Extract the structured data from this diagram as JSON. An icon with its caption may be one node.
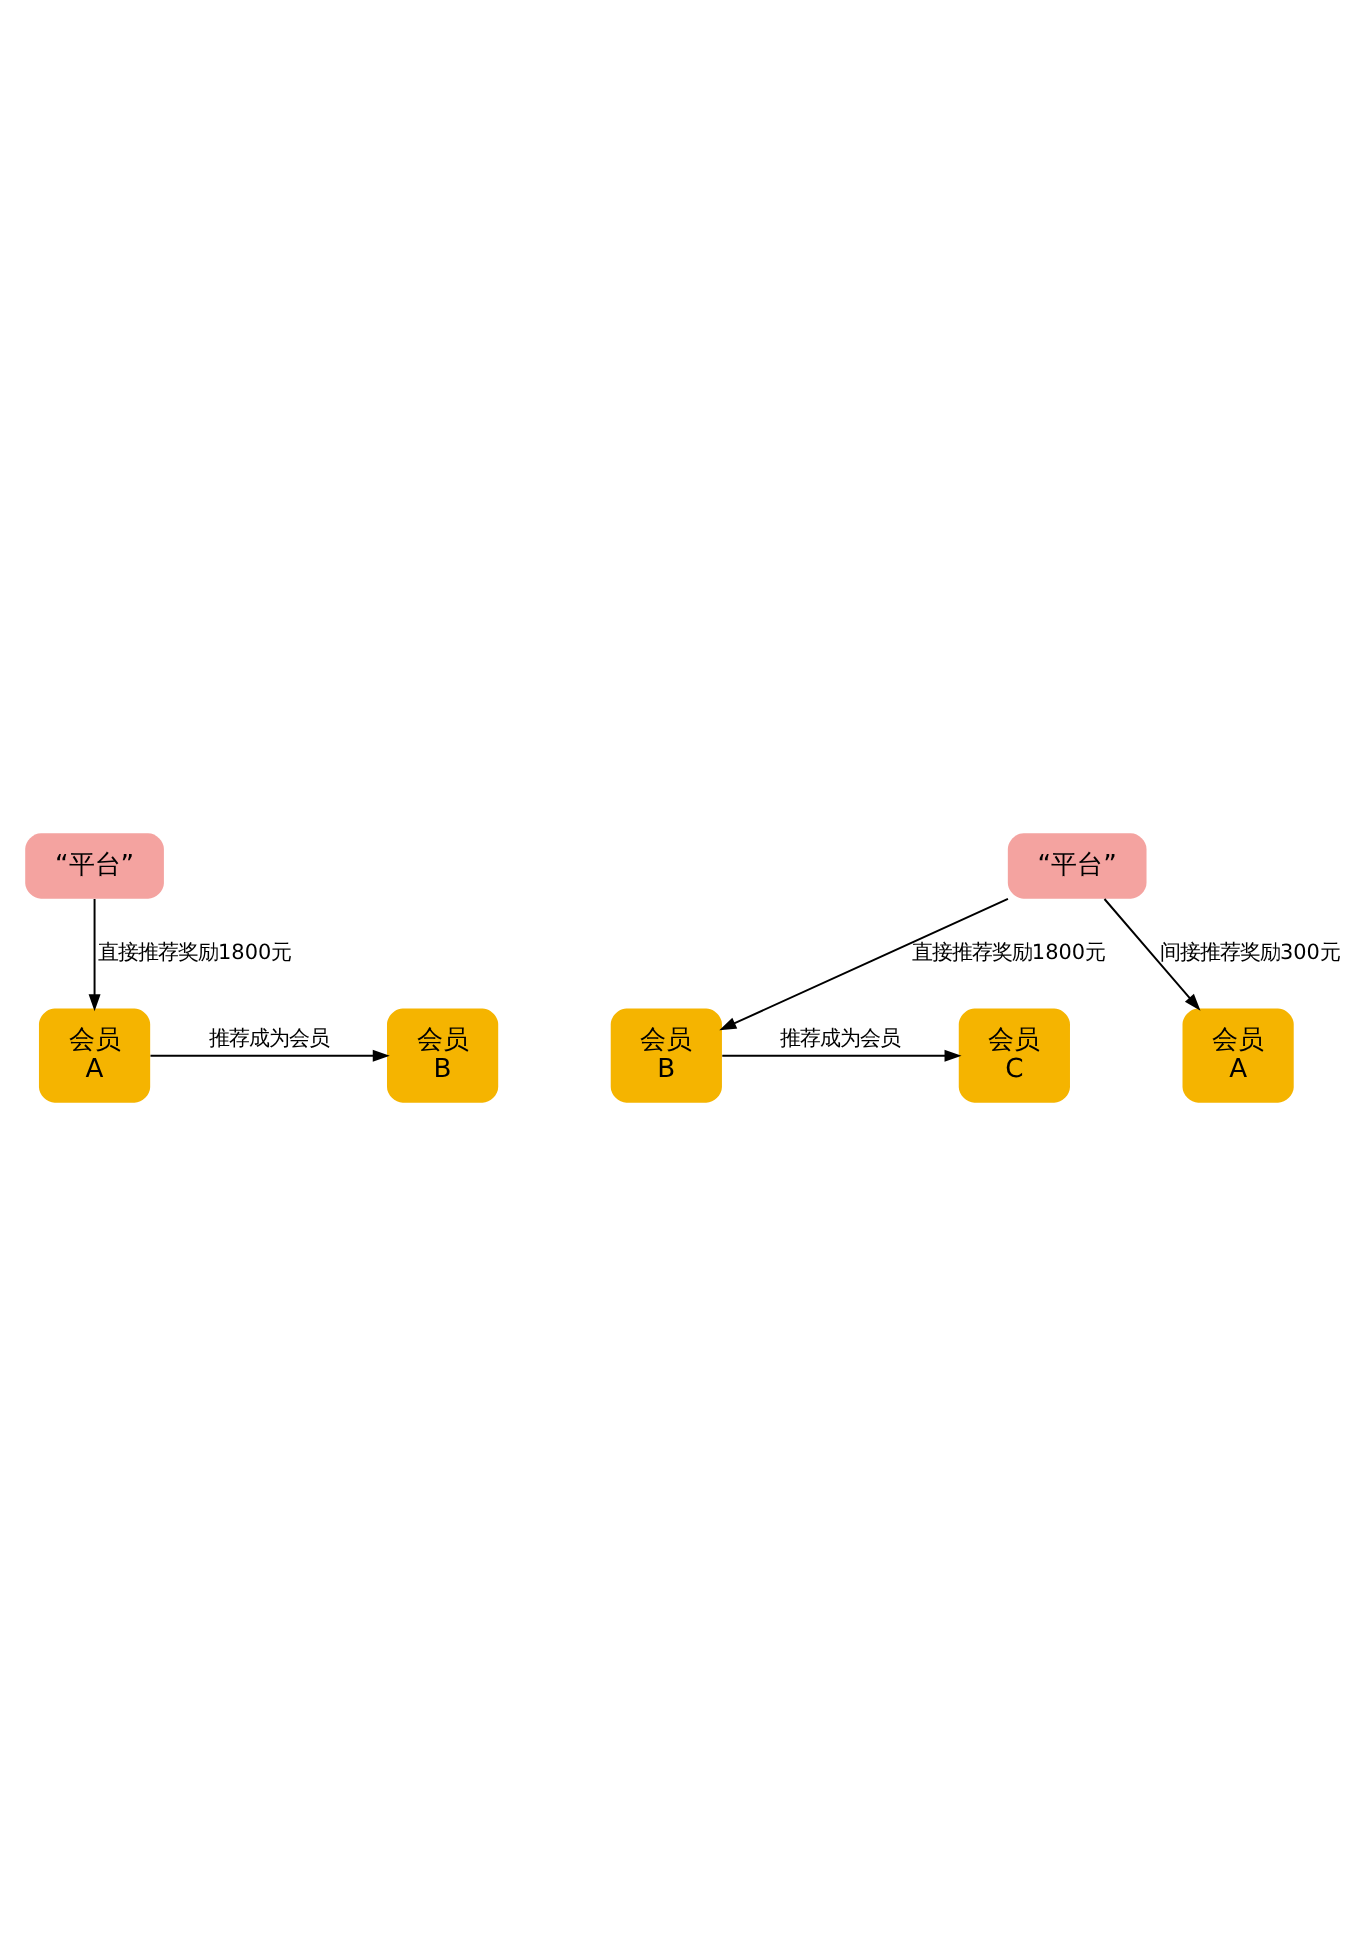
{
  "diagram": {
    "nodes": [
      {
        "text": [
          "会员",
          "A"
        ]
      },
      {
        "text": [
          "会员",
          "B"
        ]
      },
      {
        "text": [
          "“平台”"
        ]
      },
      {
        "text": [
          "会员",
          "B"
        ]
      },
      {
        "text": [
          "会员",
          "C"
        ]
      },
      {
        "text": [
          "会员",
          "A"
        ]
      },
      {
        "text": [
          "“平台”"
        ]
      }
    ],
    "edges": [
      {
        "from": 0,
        "to": 1,
        "arrow": "to",
        "label": "推荐成为会员"
      },
      {
        "from": 2,
        "to": 0,
        "arrow": "to",
        "label": "直接推荐奖励1800元"
      },
      {
        "from": 3,
        "to": 4,
        "arrow": "to",
        "label": "推荐成为会员"
      },
      {
        "from": 6,
        "to": 3,
        "arrow": "to",
        "label": "直接推荐奖励1800元"
      },
      {
        "from": 6,
        "to": 5,
        "arrow": "to",
        "label": "间接推荐奖励300元"
      }
    ]
  }
}
